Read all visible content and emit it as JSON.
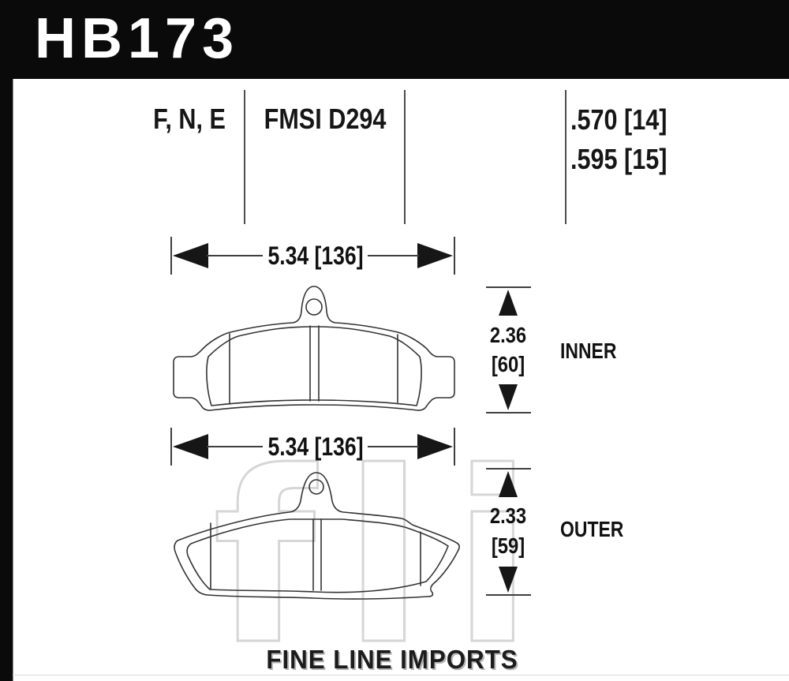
{
  "banner": {
    "part_number": "HB173"
  },
  "spec_header": {
    "compounds": "F, N, E",
    "fmsi": "FMSI D294",
    "thickness_line1": ".570 [14]",
    "thickness_line2": ".595 [15]"
  },
  "inner_pad": {
    "width_dim": "5.34 [136]",
    "height_dim_in": "2.36",
    "height_dim_mm": "[60]",
    "label": "INNER"
  },
  "outer_pad": {
    "width_dim": "5.34 [136]",
    "height_dim_in": "2.33",
    "height_dim_mm": "[59]",
    "label": "OUTER"
  },
  "footer": {
    "watermark": "fli",
    "brand": "FINE LINE IMPORTS"
  },
  "colors": {
    "banner_bg": "#0a0a0a",
    "text": "#161616",
    "line": "#3f3f3f",
    "watermark": "#d6d6d6"
  }
}
